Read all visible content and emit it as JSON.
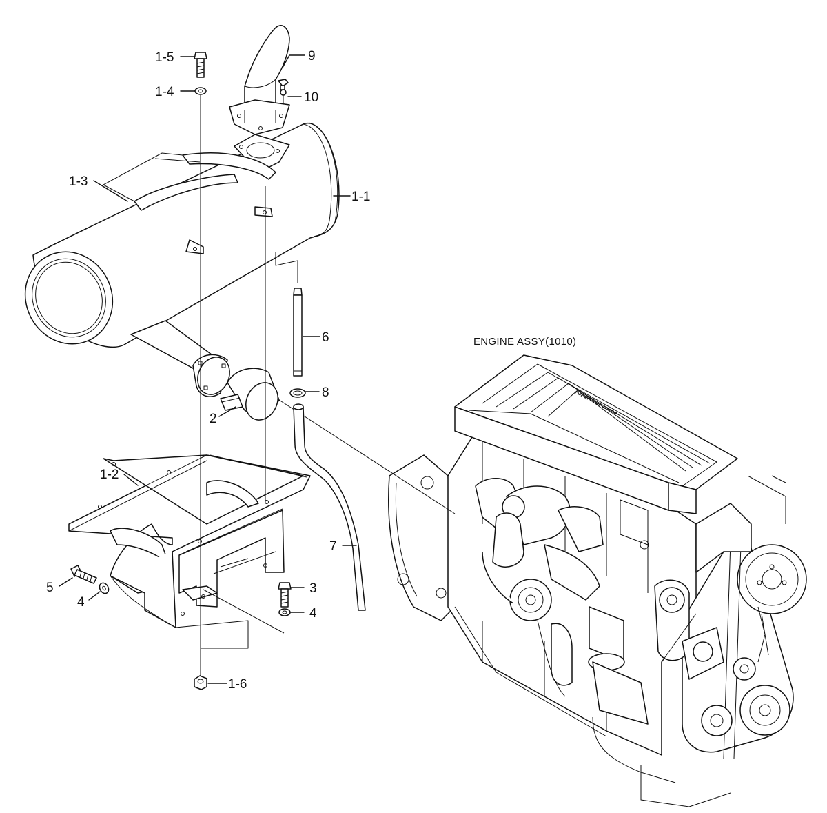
{
  "title": "ENGINE ASSY(1010)",
  "callouts": {
    "c1_1": "1-1",
    "c1_2": "1-2",
    "c1_3": "1-3",
    "c1_4": "1-4",
    "c1_5": "1-5",
    "c1_6": "1-6",
    "c2": "2",
    "c3": "3",
    "c4a": "4",
    "c4b": "4",
    "c5": "5",
    "c6": "6",
    "c7": "7",
    "c8": "8",
    "c9": "9",
    "c10": "10"
  }
}
